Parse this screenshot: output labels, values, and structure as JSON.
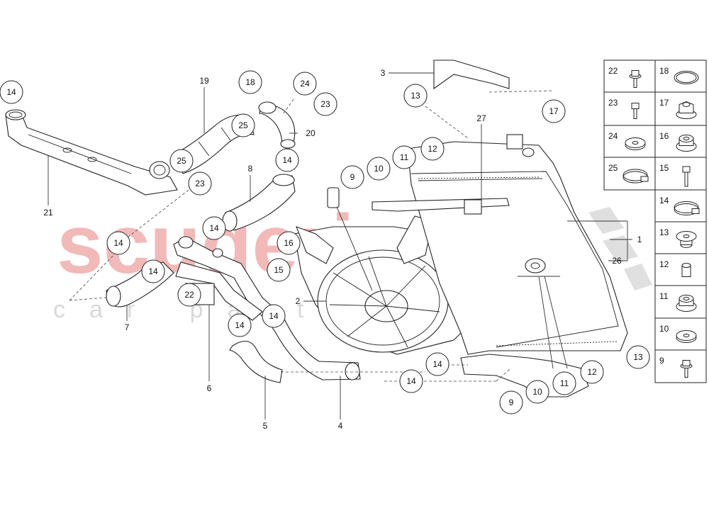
{
  "watermark": {
    "main": "scuderia",
    "sub": "car parts"
  },
  "callouts": [
    {
      "id": "c14a",
      "text": "14",
      "circled": true
    },
    {
      "id": "c19",
      "text": "19",
      "circled": false
    },
    {
      "id": "c18",
      "text": "18",
      "circled": true
    },
    {
      "id": "c24a",
      "text": "24",
      "circled": true
    },
    {
      "id": "c23a",
      "text": "23",
      "circled": true
    },
    {
      "id": "c25a",
      "text": "25",
      "circled": true
    },
    {
      "id": "c25b",
      "text": "25",
      "circled": true
    },
    {
      "id": "c20",
      "text": "20",
      "circled": false
    },
    {
      "id": "c14b",
      "text": "14",
      "circled": true
    },
    {
      "id": "c23b",
      "text": "23",
      "circled": true
    },
    {
      "id": "c21",
      "text": "21",
      "circled": false
    },
    {
      "id": "c8",
      "text": "8",
      "circled": false
    },
    {
      "id": "c14c",
      "text": "14",
      "circled": true
    },
    {
      "id": "c14d",
      "text": "14",
      "circled": true
    },
    {
      "id": "c16",
      "text": "16",
      "circled": true
    },
    {
      "id": "c15",
      "text": "15",
      "circled": true
    },
    {
      "id": "c14e",
      "text": "14",
      "circled": true
    },
    {
      "id": "c22",
      "text": "22",
      "circled": true
    },
    {
      "id": "c7",
      "text": "7",
      "circled": false
    },
    {
      "id": "c14f",
      "text": "14",
      "circled": true
    },
    {
      "id": "c14g",
      "text": "14",
      "circled": true
    },
    {
      "id": "c6",
      "text": "6",
      "circled": false
    },
    {
      "id": "c5",
      "text": "5",
      "circled": false
    },
    {
      "id": "c4",
      "text": "4",
      "circled": false
    },
    {
      "id": "c2",
      "text": "2",
      "circled": false
    },
    {
      "id": "c3",
      "text": "3",
      "circled": false
    },
    {
      "id": "c13a",
      "text": "13",
      "circled": true
    },
    {
      "id": "c17",
      "text": "17",
      "circled": true
    },
    {
      "id": "c27",
      "text": "27",
      "circled": false
    },
    {
      "id": "c12a",
      "text": "12",
      "circled": true
    },
    {
      "id": "c11a",
      "text": "11",
      "circled": true
    },
    {
      "id": "c10a",
      "text": "10",
      "circled": true
    },
    {
      "id": "c9a",
      "text": "9",
      "circled": true
    },
    {
      "id": "c1",
      "text": "1",
      "circled": false
    },
    {
      "id": "c26",
      "text": "26",
      "circled": false
    },
    {
      "id": "c13b",
      "text": "13",
      "circled": true
    },
    {
      "id": "c12b",
      "text": "12",
      "circled": true
    },
    {
      "id": "c11b",
      "text": "11",
      "circled": true
    },
    {
      "id": "c10b",
      "text": "10",
      "circled": true
    },
    {
      "id": "c9b",
      "text": "9",
      "circled": true
    },
    {
      "id": "c14h",
      "text": "14",
      "circled": true
    },
    {
      "id": "c14i",
      "text": "14",
      "circled": true
    }
  ],
  "legend": [
    {
      "num": "22",
      "icon": "bolt-flange"
    },
    {
      "num": "18",
      "icon": "o-ring"
    },
    {
      "num": "23",
      "icon": "bolt-short"
    },
    {
      "num": "17",
      "icon": "flange-nut"
    },
    {
      "num": "24",
      "icon": "washer-thick"
    },
    {
      "num": "16",
      "icon": "rubber-grommet"
    },
    {
      "num": "25",
      "icon": "hose-clamp"
    },
    {
      "num": "15",
      "icon": "bolt-long"
    },
    {
      "num": "14",
      "icon": "clamp-ring"
    },
    {
      "num": "13",
      "icon": "mount-bush"
    },
    {
      "num": "12",
      "icon": "spacer-sleeve"
    },
    {
      "num": "11",
      "icon": "grommet"
    },
    {
      "num": "10",
      "icon": "washer"
    },
    {
      "num": "9",
      "icon": "bolt-flange-small"
    }
  ],
  "colors": {
    "bubble_fill_red": "#f6c6c6",
    "line": "#222222",
    "watermark": "#f2b9b9"
  }
}
